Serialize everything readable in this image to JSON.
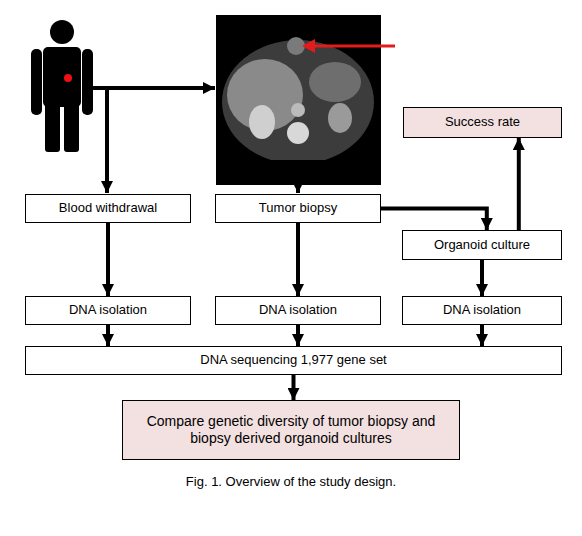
{
  "diagram": {
    "caption": "Fig. 1. Overview of the study design.",
    "nodes": [
      {
        "text": [
          "Success rate"
        ]
      },
      {
        "text": [
          "Blood withdrawal"
        ]
      },
      {
        "text": [
          "Tumor biopsy"
        ]
      },
      {
        "text": [
          "Organoid culture"
        ]
      },
      {
        "text": [
          "DNA isolation"
        ]
      },
      {
        "text": [
          "DNA isolation"
        ]
      },
      {
        "text": [
          "DNA isolation"
        ]
      },
      {
        "text": [
          "DNA sequencing 1,977 gene set"
        ]
      },
      {
        "text": [
          "Compare genetic diversity of tumor biopsy and biopsy derived organoid cultures"
        ]
      }
    ],
    "edges": [
      {
        "from": 1,
        "to": 4,
        "arrow": "to"
      },
      {
        "from": 2,
        "to": 5,
        "arrow": "to"
      },
      {
        "from": 2,
        "to": 3,
        "arrow": "to"
      },
      {
        "from": 3,
        "to": 0,
        "arrow": "to"
      },
      {
        "from": 3,
        "to": 6,
        "arrow": "to"
      },
      {
        "from": 4,
        "to": 7,
        "arrow": "to"
      },
      {
        "from": 5,
        "to": 7,
        "arrow": "to"
      },
      {
        "from": 6,
        "to": 7,
        "arrow": "to"
      },
      {
        "from": 7,
        "to": 8,
        "arrow": "to"
      }
    ]
  }
}
